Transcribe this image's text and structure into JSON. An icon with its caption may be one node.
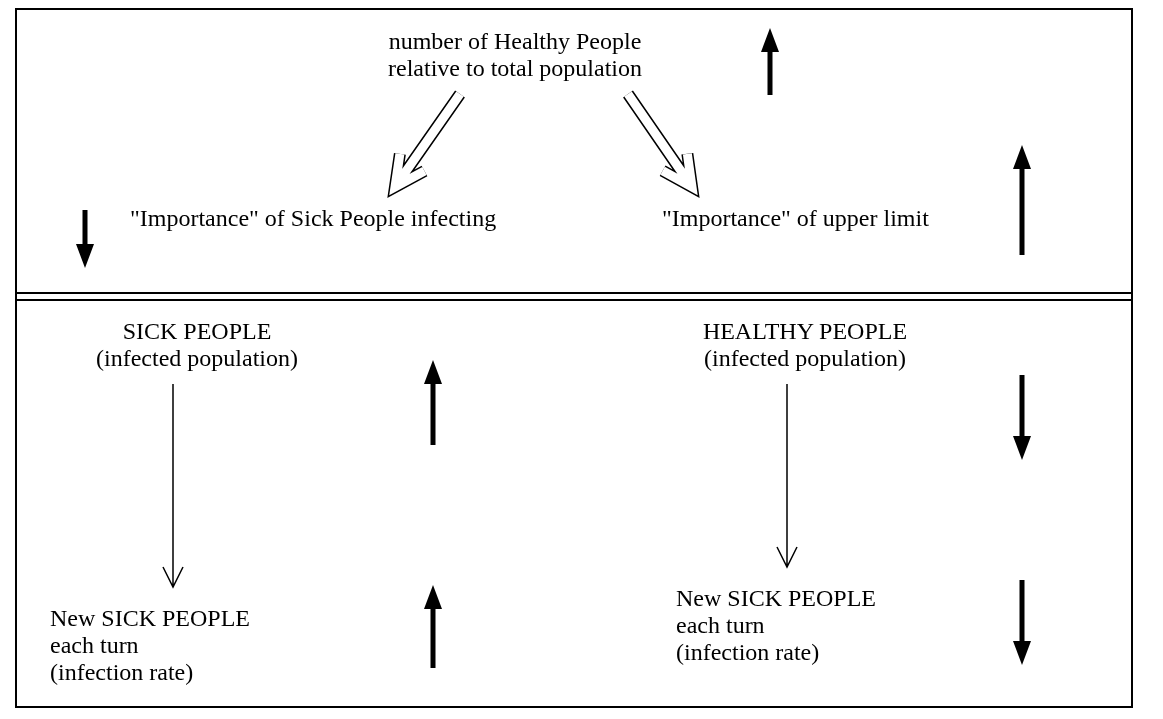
{
  "diagram": {
    "nodes": [
      {
        "text": [
          "number of Healthy People relative to total population"
        ]
      },
      {
        "text": [
          "\"Importance\" of Sick People infecting"
        ]
      },
      {
        "text": [
          "\"Importance\" of upper limit"
        ]
      },
      {
        "text": [
          "SICK PEOPLE",
          "(infected population)"
        ]
      },
      {
        "text": [
          "HEALTHY PEOPLE",
          "(infected population)"
        ]
      },
      {
        "text": [
          "New SICK PEOPLE each turn",
          "(infection rate)"
        ]
      },
      {
        "text": [
          "New SICK PEOPLE each turn",
          "(infection rate)"
        ]
      }
    ],
    "edges": [
      {
        "from": 0,
        "to": 1,
        "arrow": "to",
        "style": "thick"
      },
      {
        "from": 0,
        "to": 2,
        "arrow": "to",
        "style": "thick"
      },
      {
        "from": 3,
        "to": 5,
        "arrow": "to"
      },
      {
        "from": 4,
        "to": 6,
        "arrow": "to"
      }
    ]
  }
}
